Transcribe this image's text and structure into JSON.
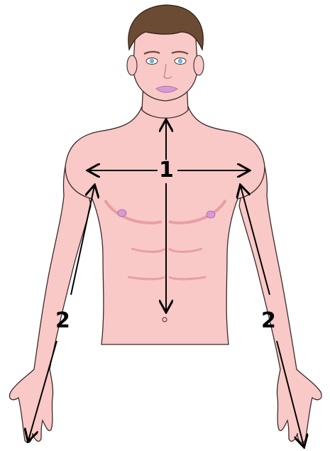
{
  "labels": {
    "center": "1",
    "left_arm": "2",
    "right_arm": "2"
  },
  "colors": {
    "skin": "#f9c9c7",
    "skin_shadow": "#f0aeb0",
    "outline": "#3a2a2a",
    "hair": "#6b4b33",
    "lips": "#d79ad6",
    "nipple": "#d79ad6",
    "eye": "#6fb3d9",
    "arrow": "#000000"
  },
  "icons": {
    "figure": "human-torso-figure"
  }
}
